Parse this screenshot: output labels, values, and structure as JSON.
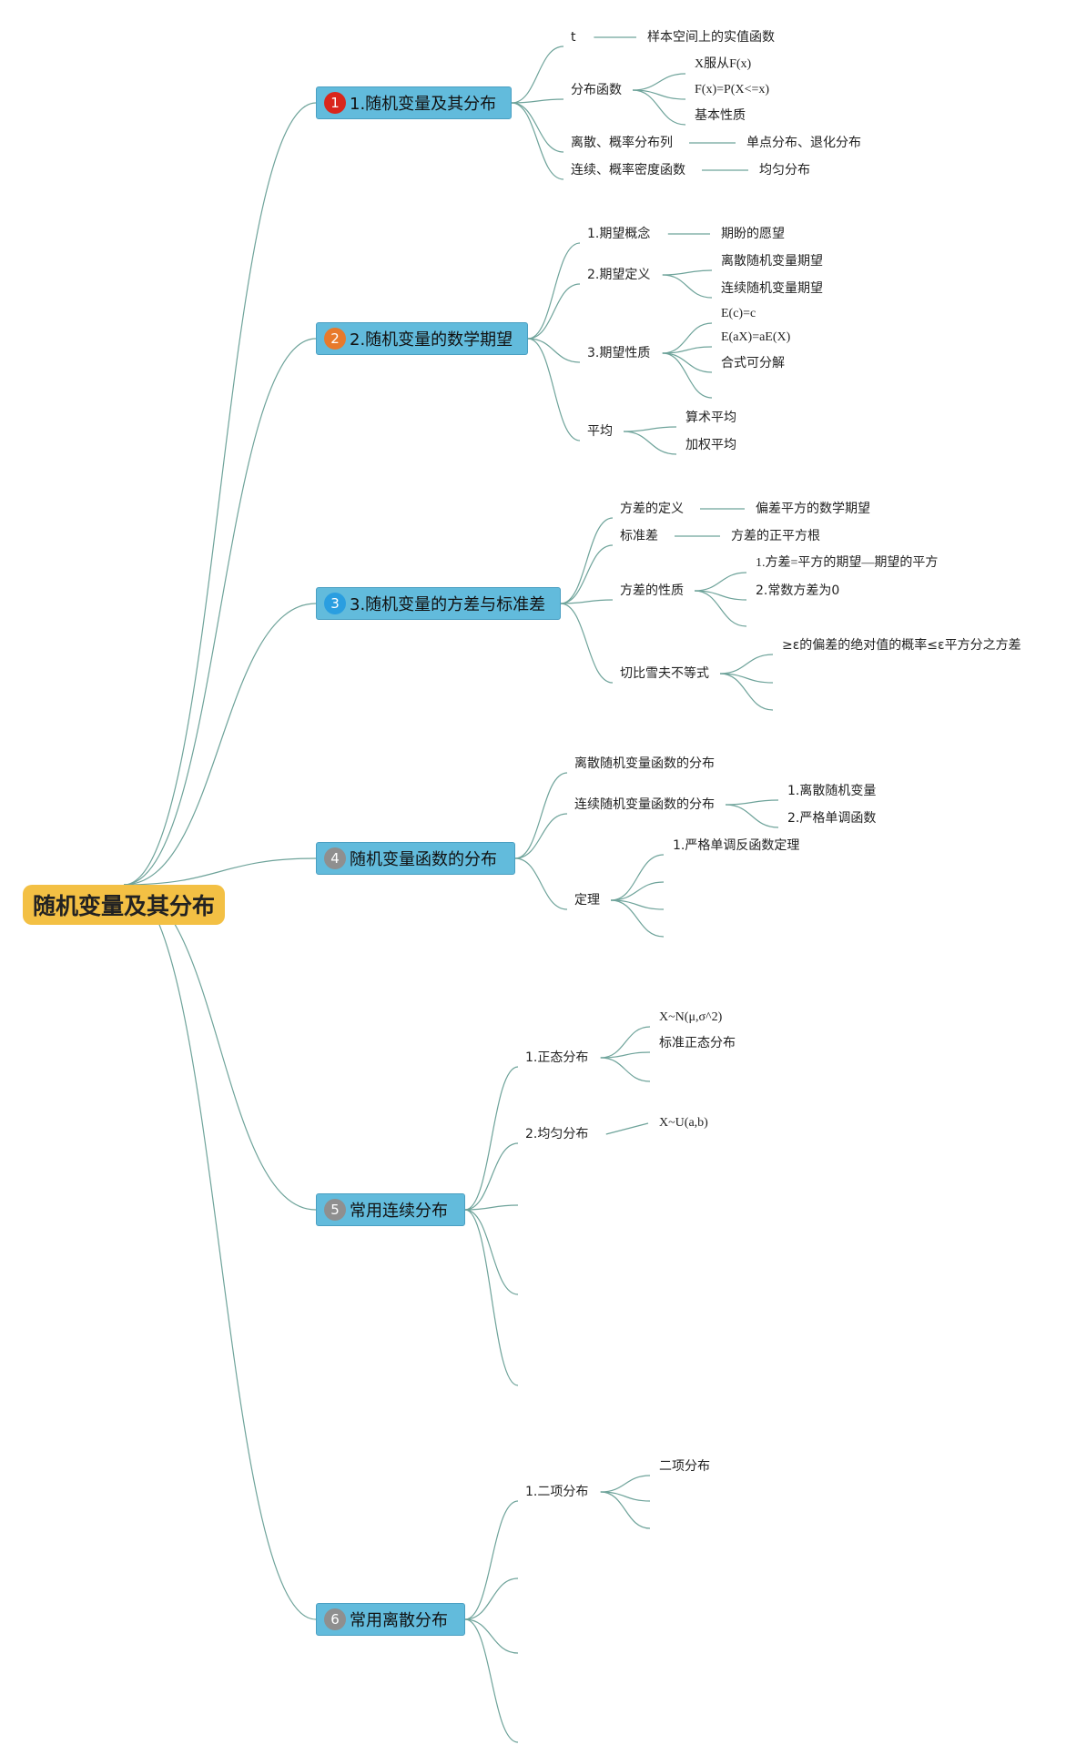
{
  "root": {
    "label": "随机变量及其分布"
  },
  "branches": [
    {
      "label": "1.随机变量及其分布",
      "badge": "1",
      "badge_color": "#d9261c",
      "children": [
        {
          "label": "t",
          "children": [
            {
              "label": "样本空间上的实值函数"
            }
          ]
        },
        {
          "label": "分布函数",
          "children": [
            {
              "label": "X服从F(x)"
            },
            {
              "label": "F(x)=P(X<=x)"
            },
            {
              "label": "基本性质"
            }
          ]
        },
        {
          "label": "离散、概率分布列",
          "children": [
            {
              "label": "单点分布、退化分布"
            }
          ]
        },
        {
          "label": "连续、概率密度函数",
          "children": [
            {
              "label": "均匀分布"
            }
          ]
        }
      ]
    },
    {
      "label": "2.随机变量的数学期望",
      "badge": "2",
      "badge_color": "#e87a2c",
      "children": [
        {
          "label": "1.期望概念",
          "children": [
            {
              "label": "期盼的愿望"
            }
          ]
        },
        {
          "label": "2.期望定义",
          "children": [
            {
              "label": "离散随机变量期望"
            },
            {
              "label": "连续随机变量期望"
            }
          ]
        },
        {
          "label": "3.期望性质",
          "children": [
            {
              "label": "E(c)=c"
            },
            {
              "label": "E(aX)=aE(X)"
            },
            {
              "label": "合式可分解"
            },
            {
              "label": ""
            }
          ]
        },
        {
          "label": "平均",
          "children": [
            {
              "label": "算术平均"
            },
            {
              "label": "加权平均"
            }
          ]
        }
      ]
    },
    {
      "label": "3.随机变量的方差与标准差",
      "badge": "3",
      "badge_color": "#2a9ee0",
      "children": [
        {
          "label": "方差的定义",
          "children": [
            {
              "label": "偏差平方的数学期望"
            }
          ]
        },
        {
          "label": "标准差",
          "children": [
            {
              "label": "方差的正平方根"
            }
          ]
        },
        {
          "label": "方差的性质",
          "children": [
            {
              "label": "1.方差=平方的期望—期望的平方"
            },
            {
              "label": "2.常数方差为0"
            },
            {
              "label": ""
            }
          ]
        },
        {
          "label": "切比雪夫不等式",
          "children": [
            {
              "label": "≥ε的偏差的绝对值的概率≤ε平方分之方差"
            },
            {
              "label": ""
            },
            {
              "label": ""
            }
          ]
        }
      ]
    },
    {
      "label": "随机变量函数的分布",
      "badge": "4",
      "badge_color": "#8f8f8f",
      "children": [
        {
          "label": "离散随机变量函数的分布",
          "children": []
        },
        {
          "label": "连续随机变量函数的分布",
          "children": [
            {
              "label": "1.离散随机变量"
            },
            {
              "label": "2.严格单调函数"
            }
          ]
        },
        {
          "label": "定理",
          "children": [
            {
              "label": "1.严格单调反函数定理"
            },
            {
              "label": ""
            },
            {
              "label": ""
            },
            {
              "label": ""
            }
          ]
        }
      ]
    },
    {
      "label": "常用连续分布",
      "badge": "5",
      "badge_color": "#8f8f8f",
      "children": [
        {
          "label": "1.正态分布",
          "children": [
            {
              "label": "X~N(μ,σ^2)"
            },
            {
              "label": "标准正态分布"
            },
            {
              "label": ""
            }
          ]
        },
        {
          "label": "2.均匀分布",
          "children": [
            {
              "label": "X~U(a,b)"
            }
          ]
        },
        {
          "label": "",
          "children": []
        },
        {
          "label": "",
          "children": []
        },
        {
          "label": "",
          "children": []
        }
      ]
    },
    {
      "label": "常用离散分布",
      "badge": "6",
      "badge_color": "#8f8f8f",
      "children": [
        {
          "label": "1.二项分布",
          "children": [
            {
              "label": "二项分布"
            },
            {
              "label": ""
            },
            {
              "label": ""
            }
          ]
        },
        {
          "label": "",
          "children": []
        },
        {
          "label": "",
          "children": []
        },
        {
          "label": "",
          "children": []
        }
      ]
    }
  ]
}
